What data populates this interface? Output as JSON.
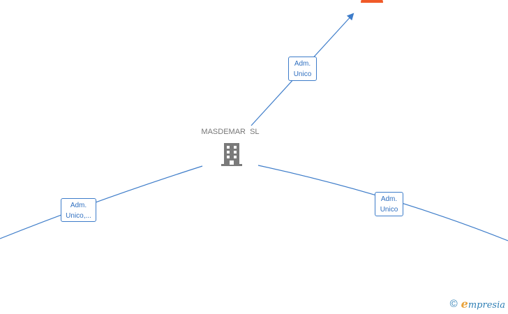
{
  "nodes": {
    "company": {
      "name": "MASDEMAR  SL",
      "icon": "building-icon",
      "icon_color": "#7a7a7a"
    },
    "top_entity": {
      "icon": "person-icon",
      "icon_color": "#f05a28"
    }
  },
  "edges": [
    {
      "id": "top",
      "label_line1": "Adm.",
      "label_line2": "Unico"
    },
    {
      "id": "left",
      "label_line1": "Adm.",
      "label_line2": "Unico,..."
    },
    {
      "id": "right",
      "label_line1": "Adm.",
      "label_line2": "Unico"
    }
  ],
  "colors": {
    "edge": "#3d7cc9",
    "label_text": "#2f6fc0",
    "node_text": "#777777",
    "brand": "#2f7fb5",
    "brand_accent": "#e8a23a"
  },
  "watermark": {
    "copyright_symbol": "©",
    "brand_initial": "e",
    "brand_rest": "mpresia"
  }
}
